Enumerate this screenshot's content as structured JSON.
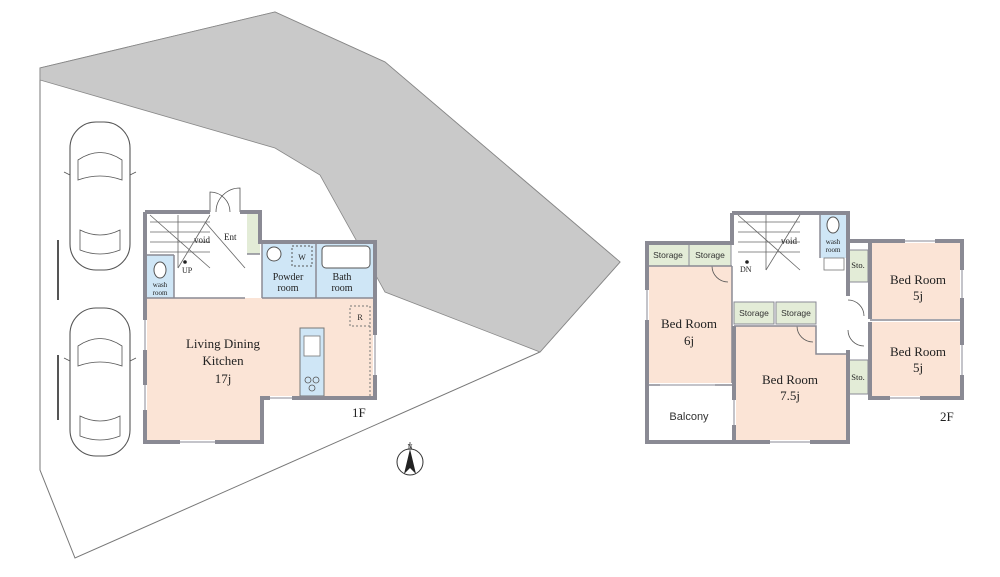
{
  "floor1": {
    "label": "1F",
    "ldk_line1": "Living Dining",
    "ldk_line2": "Kitchen",
    "ldk_size": "17j",
    "entrance": "Ent",
    "void": "void",
    "up": "UP",
    "wash_line1": "wash",
    "wash_line2": "room",
    "powder_line1": "Powder",
    "powder_line2": "room",
    "bath_line1": "Bath",
    "bath_line2": "room",
    "washer": "W",
    "fridge": "R"
  },
  "floor2": {
    "label": "2F",
    "void": "void",
    "down": "DN",
    "wash_line1": "wash",
    "wash_line2": "room",
    "storage": "Storage",
    "sto": "Sto.",
    "bed_a": "Bed Room",
    "bed_a_size": "6j",
    "bed_b": "Bed Room",
    "bed_b_size": "7.5j",
    "bed_c": "Bed Room",
    "bed_c_size": "5j",
    "bed_d": "Bed Room",
    "bed_d_size": "5j",
    "balcony": "Balcony"
  },
  "compass": {
    "north": "N"
  },
  "colors": {
    "room": "#fbe4d6",
    "water": "#cfe6f6",
    "storage": "#e3ecd7",
    "road": "#c9c9c9",
    "wall": "#8a8a94"
  }
}
